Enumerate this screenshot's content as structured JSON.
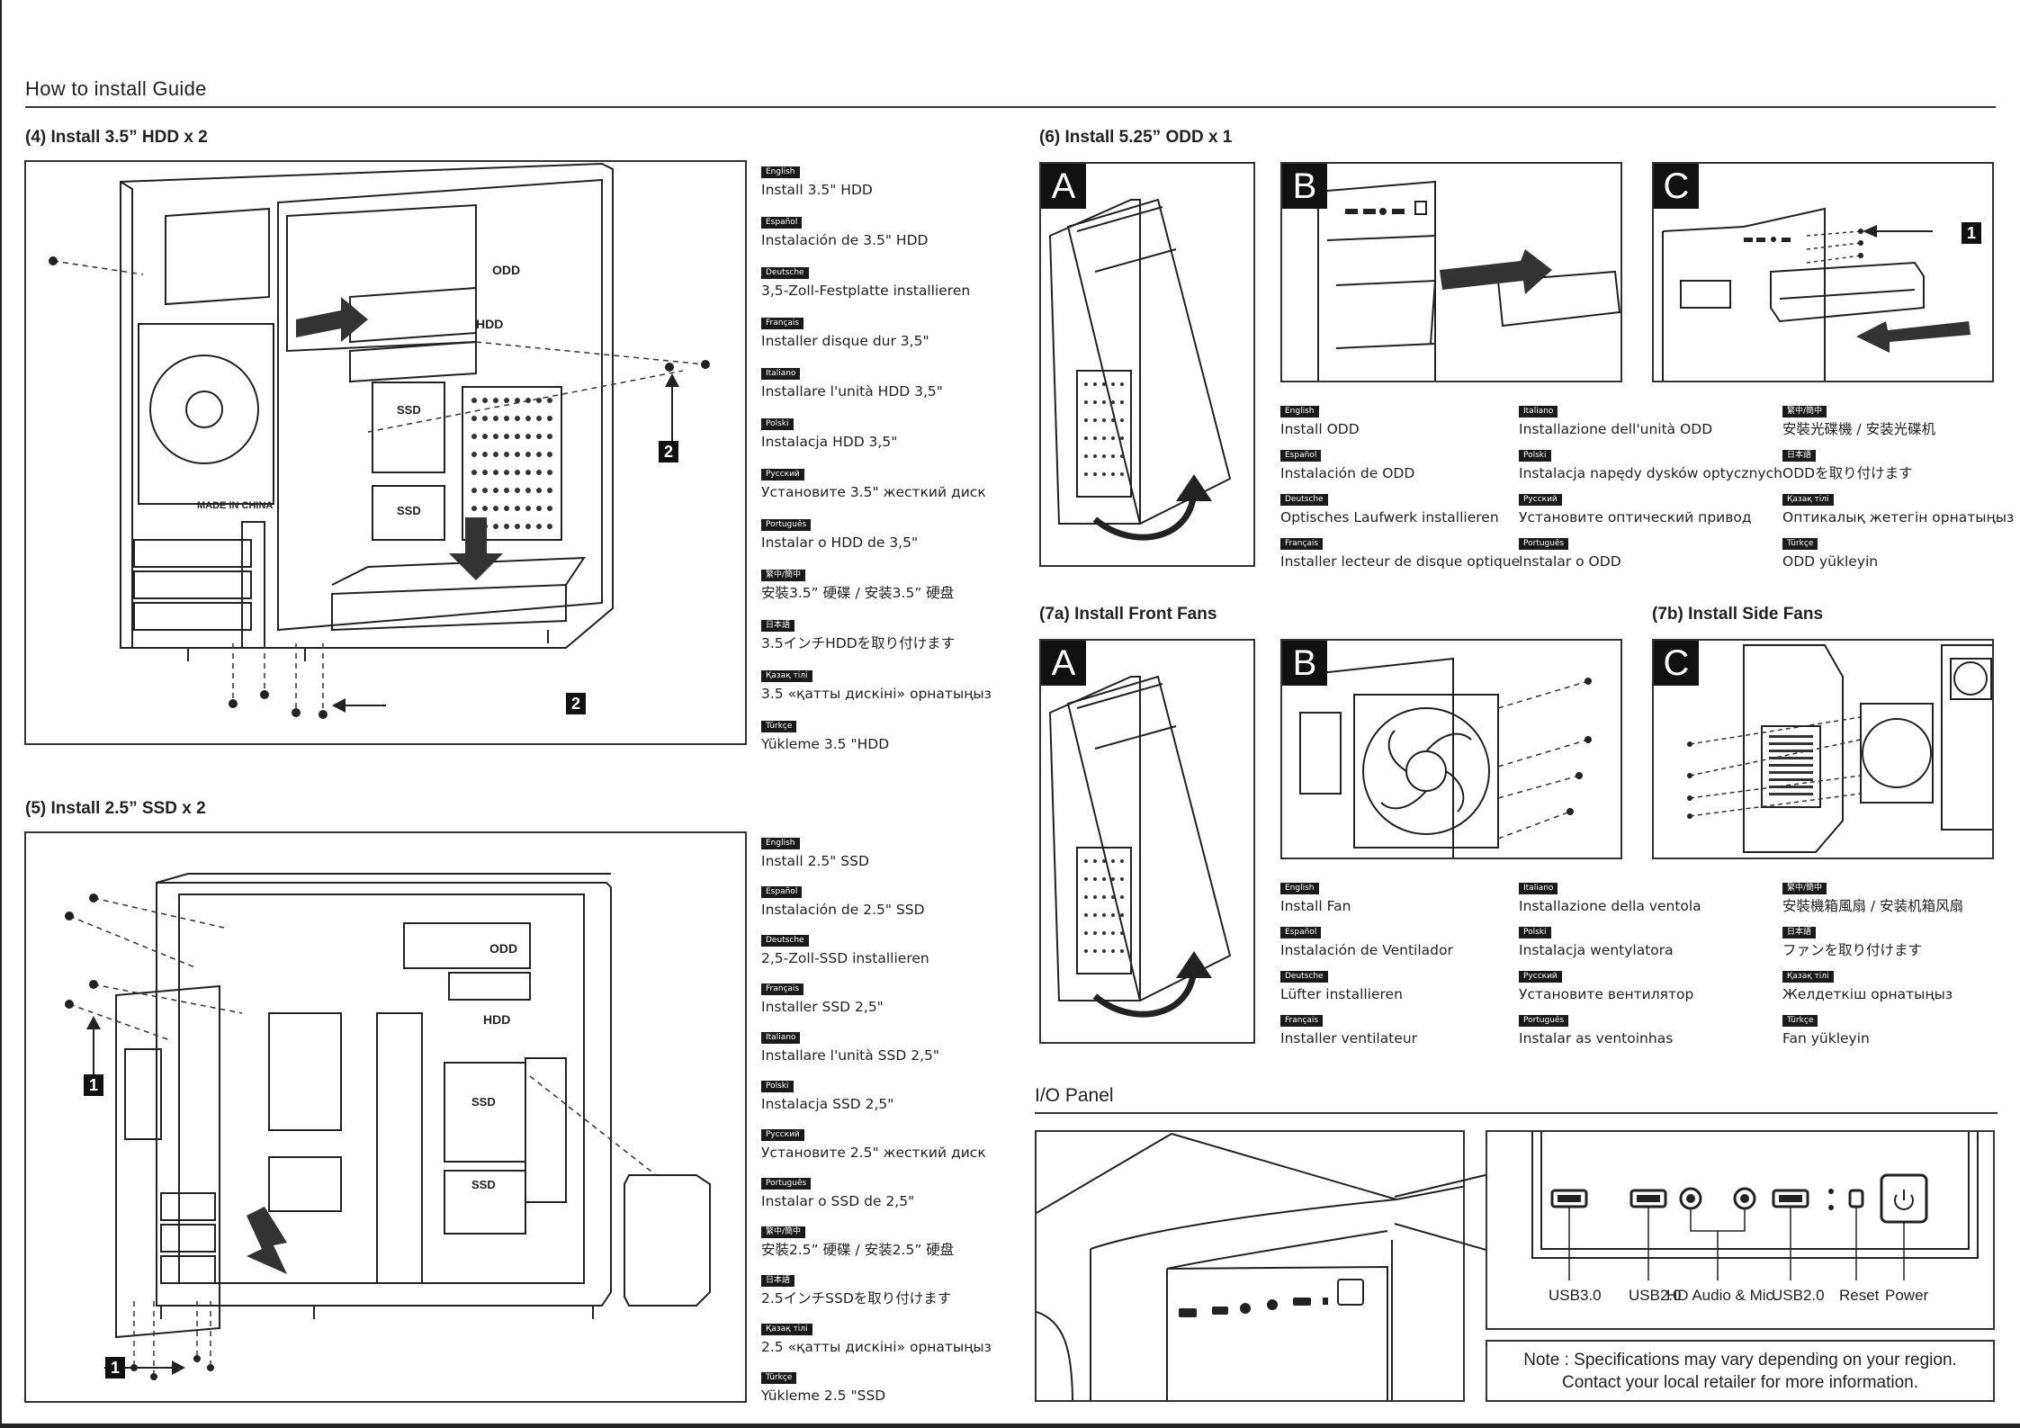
{
  "guide_title": "How to install Guide",
  "sections": {
    "hdd": {
      "title": "(4) Install 3.5” HDD x 2",
      "callouts": [
        "2",
        "2"
      ],
      "labels": [
        "ODD",
        "HDD",
        "SSD",
        "SSD",
        "MADE IN CHINA"
      ]
    },
    "ssd": {
      "title": "(5) Install 2.5” SSD x 2",
      "callouts": [
        "1",
        "1"
      ],
      "labels": [
        "ODD",
        "HDD",
        "SSD",
        "SSD"
      ]
    },
    "odd": {
      "title": "(6) Install 5.25” ODD x 1",
      "panels": [
        "A",
        "B",
        "C"
      ],
      "callouts": [
        "1"
      ]
    },
    "front_fans": {
      "title": "(7a) Install Front Fans",
      "panels": [
        "A",
        "B"
      ]
    },
    "side_fans": {
      "title": "(7b) Install Side Fans",
      "panels": [
        "C"
      ]
    },
    "io": {
      "title": "I/O Panel"
    }
  },
  "hdd_langs": [
    {
      "lang": "English",
      "text": "Install 3.5\" HDD"
    },
    {
      "lang": "Español",
      "text": "Instalación de 3.5\" HDD"
    },
    {
      "lang": "Deutsche",
      "text": "3,5-Zoll-Festplatte installieren"
    },
    {
      "lang": "Français",
      "text": "Installer disque dur 3,5\""
    },
    {
      "lang": "Italiano",
      "text": "Installare l'unità HDD 3,5\""
    },
    {
      "lang": "Polski",
      "text": "Instalacja HDD 3,5\""
    },
    {
      "lang": "Русский",
      "text": "Установите 3.5\" жесткий диск"
    },
    {
      "lang": "Português",
      "text": "Instalar o HDD de 3,5\""
    },
    {
      "lang": "繁中/簡中",
      "text": "安裝3.5” 硬碟 / 安装3.5” 硬盘"
    },
    {
      "lang": "日本語",
      "text": "3.5インチHDDを取り付けます"
    },
    {
      "lang": "Қазақ тілі",
      "text": "3.5 «қатты дискіні» орнатыңыз"
    },
    {
      "lang": "Türkçe",
      "text": "Yükleme 3.5 \"HDD"
    }
  ],
  "ssd_langs": [
    {
      "lang": "English",
      "text": "Install 2.5\" SSD"
    },
    {
      "lang": "Español",
      "text": "Instalación de 2.5\" SSD"
    },
    {
      "lang": "Deutsche",
      "text": "2,5-Zoll-SSD installieren"
    },
    {
      "lang": "Français",
      "text": "Installer SSD 2,5\""
    },
    {
      "lang": "Italiano",
      "text": "Installare l'unità SSD 2,5\""
    },
    {
      "lang": "Polski",
      "text": "Instalacja SSD 2,5\""
    },
    {
      "lang": "Русский",
      "text": "Установите 2.5\" жесткий диск"
    },
    {
      "lang": "Português",
      "text": "Instalar o SSD de 2,5\""
    },
    {
      "lang": "繁中/簡中",
      "text": "安裝2.5” 硬碟 / 安装2.5” 硬盘"
    },
    {
      "lang": "日本語",
      "text": "2.5インチSSDを取り付けます"
    },
    {
      "lang": "Қазақ тілі",
      "text": "2.5 «қатты дискіні» орнатыңыз"
    },
    {
      "lang": "Türkçe",
      "text": "Yükleme 2.5 \"SSD"
    }
  ],
  "odd_langs": [
    {
      "lang": "English",
      "text": "Install ODD"
    },
    {
      "lang": "Español",
      "text": "Instalación de ODD"
    },
    {
      "lang": "Deutsche",
      "text": "Optisches Laufwerk installieren"
    },
    {
      "lang": "Français",
      "text": "Installer lecteur de disque optique"
    },
    {
      "lang": "Italiano",
      "text": "Installazione dell'unità ODD"
    },
    {
      "lang": "Polski",
      "text": "Instalacja napędy dysków optycznych"
    },
    {
      "lang": "Русский",
      "text": "Установите оптический привод"
    },
    {
      "lang": "Português",
      "text": "Instalar o ODD"
    },
    {
      "lang": "繁中/簡中",
      "text": "安裝光碟機 / 安装光碟机"
    },
    {
      "lang": "日本語",
      "text": "ODDを取り付けます"
    },
    {
      "lang": "Қазақ тілі",
      "text": "Оптикалық жетегін орнатыңыз"
    },
    {
      "lang": "Türkçe",
      "text": "ODD yükleyin"
    }
  ],
  "fan_langs": [
    {
      "lang": "English",
      "text": "Install Fan"
    },
    {
      "lang": "Español",
      "text": "Instalación de Ventilador"
    },
    {
      "lang": "Deutsche",
      "text": "Lüfter installieren"
    },
    {
      "lang": "Français",
      "text": "Installer ventilateur"
    },
    {
      "lang": "Italiano",
      "text": "Installazione della ventola"
    },
    {
      "lang": "Polski",
      "text": "Instalacja wentylatora"
    },
    {
      "lang": "Русский",
      "text": "Установите вентилятор"
    },
    {
      "lang": "Português",
      "text": "Instalar as ventoinhas"
    },
    {
      "lang": "繁中/簡中",
      "text": "安裝機箱風扇 / 安装机箱风扇"
    },
    {
      "lang": "日本語",
      "text": "ファンを取り付けます"
    },
    {
      "lang": "Қазақ тілі",
      "text": "Желдеткіш орнатыңыз"
    },
    {
      "lang": "Türkçe",
      "text": "Fan yükleyin"
    }
  ],
  "io_ports": [
    {
      "label": "USB3.0"
    },
    {
      "label": "USB2.0"
    },
    {
      "label": "HD Audio & Mic."
    },
    {
      "label": "USB2.0"
    },
    {
      "label": "Reset"
    },
    {
      "label": "Power"
    }
  ],
  "note": {
    "line1": "Note : Specifications may vary depending on your region.",
    "line2": "Contact your local retailer for more information."
  }
}
